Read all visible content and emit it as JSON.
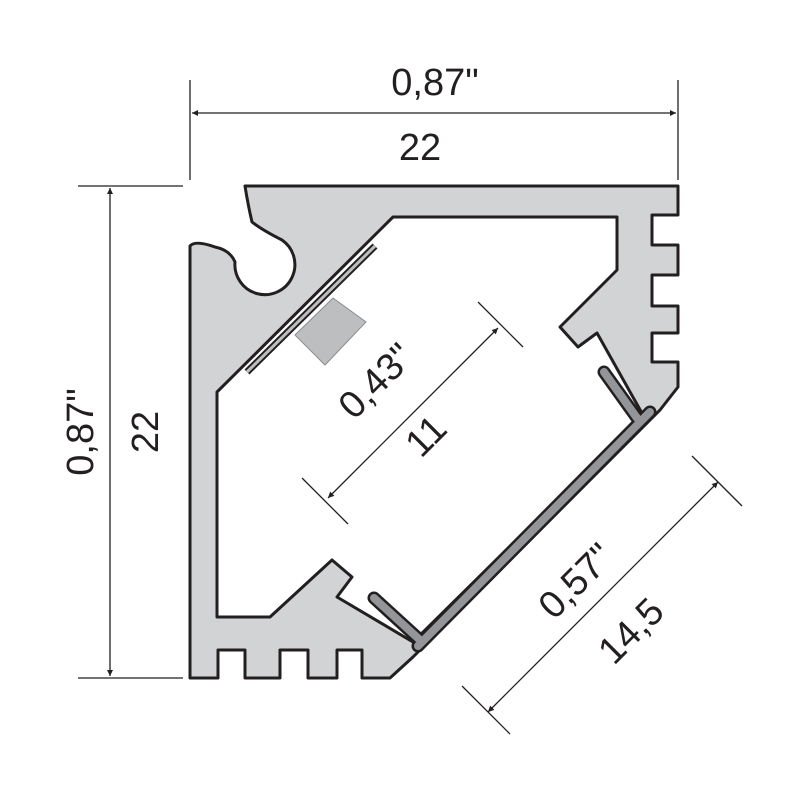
{
  "dimensions": {
    "width": {
      "inch": "0,87\"",
      "mm": "22"
    },
    "height": {
      "inch": "0,87\"",
      "mm": "22"
    },
    "inner": {
      "inch": "0,43\"",
      "mm": "11"
    },
    "diffuser": {
      "inch": "0,57\"",
      "mm": "14,5"
    }
  },
  "colors": {
    "profile": "#d1d3d4",
    "outline": "#231f20",
    "diffuser": "#939598",
    "led": "#bcbec0"
  }
}
